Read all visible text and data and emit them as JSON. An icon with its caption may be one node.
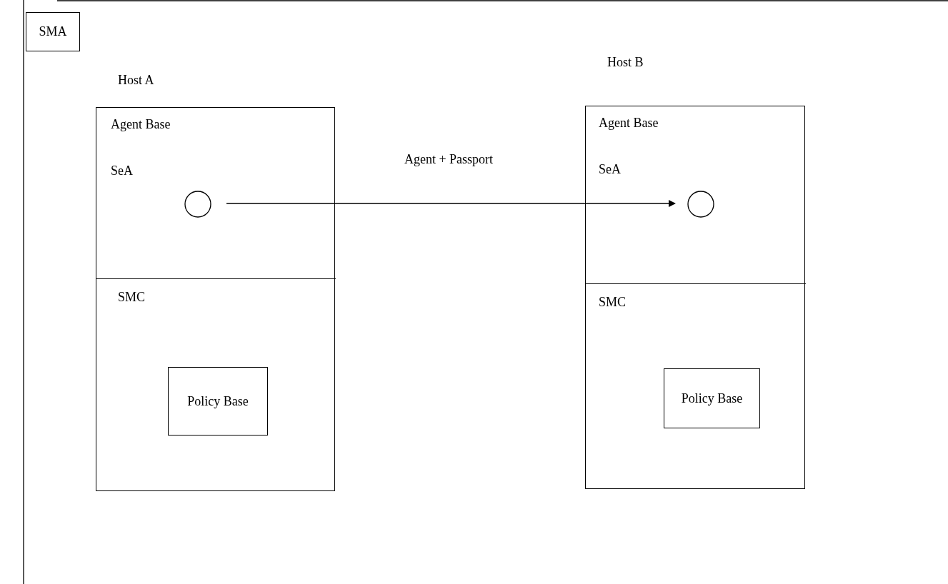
{
  "diagram": {
    "nodes": [
      {
        "text": [
          "SMA"
        ]
      },
      {
        "text": [
          "Host A"
        ]
      },
      {
        "text": [
          "Agent Base",
          "SeA"
        ],
        "in": 1
      },
      {
        "text": [],
        "shape": "circle",
        "in": 2
      },
      {
        "text": [
          "SMC"
        ],
        "in": 1
      },
      {
        "text": [
          "Policy Base"
        ],
        "in": 4
      },
      {
        "text": [
          "Host B"
        ]
      },
      {
        "text": [
          "Agent Base",
          "SeA"
        ],
        "in": 6
      },
      {
        "text": [],
        "shape": "circle",
        "in": 7
      },
      {
        "text": [
          "SMC"
        ],
        "in": 6
      },
      {
        "text": [
          "Policy Base"
        ],
        "in": 9
      }
    ],
    "edges": [
      {
        "from": 3,
        "to": 8,
        "arrow": "to",
        "label": "Agent + Passport"
      }
    ]
  }
}
